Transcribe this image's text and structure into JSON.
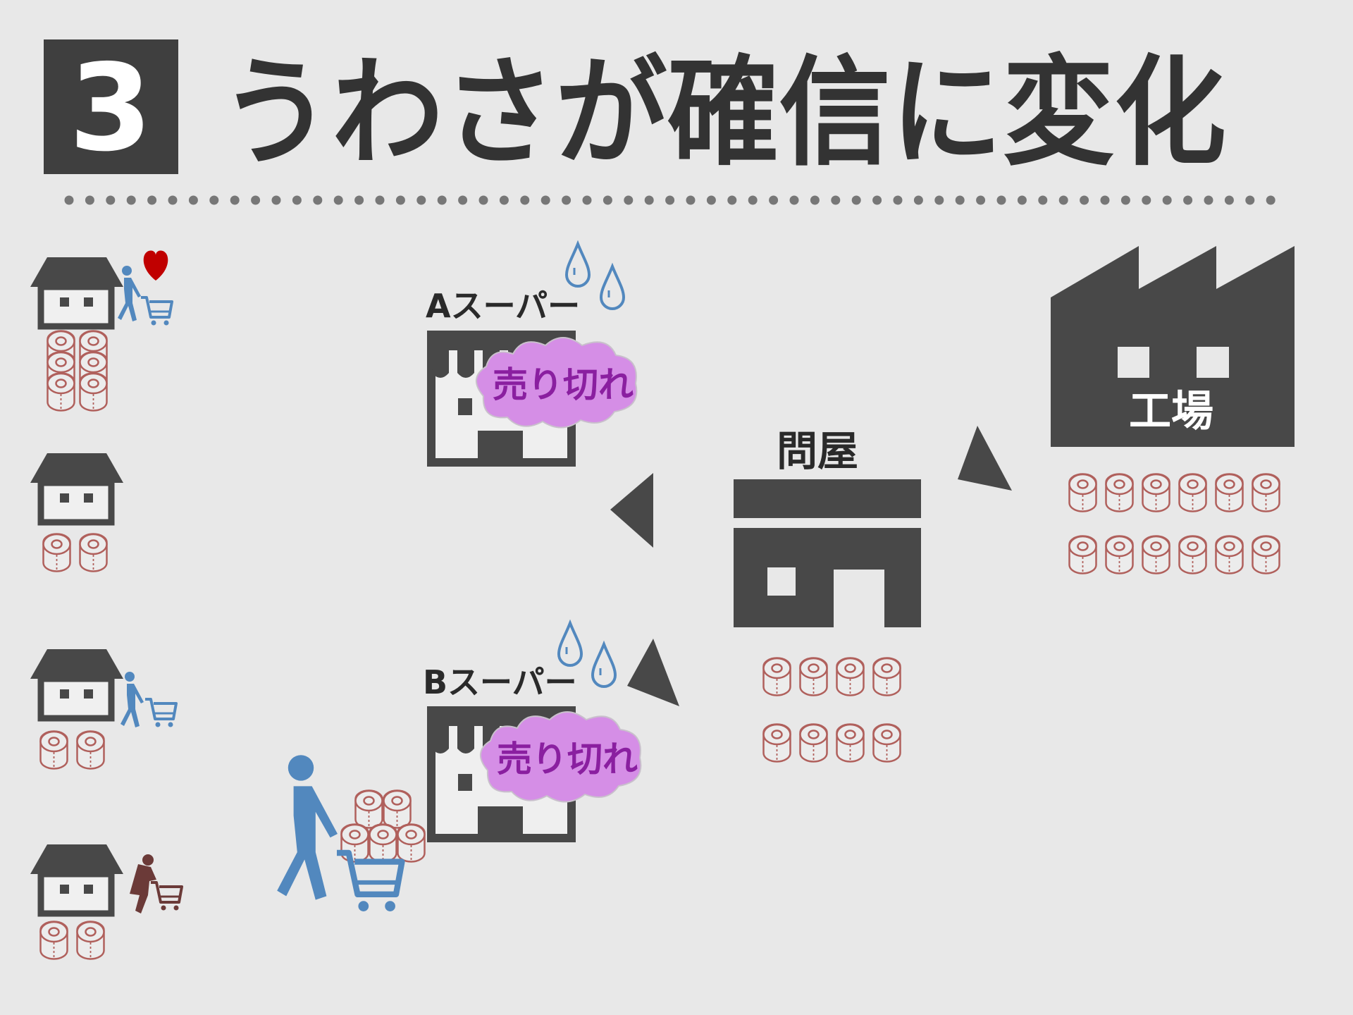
{
  "header": {
    "number": "3",
    "title": "うわさが確信に変化"
  },
  "stores": {
    "a": {
      "label": "Aスーパー",
      "badge": "売り切れ"
    },
    "b": {
      "label": "Bスーパー",
      "badge": "売り切れ"
    }
  },
  "wholesaler": {
    "label": "問屋",
    "roll_count": 8
  },
  "factory": {
    "label": "工場",
    "roll_count": 12
  },
  "households": [
    {
      "roll_count": 6
    },
    {
      "roll_count": 2
    },
    {
      "roll_count": 2
    },
    {
      "roll_count": 2
    }
  ],
  "shopper_cart_roll_count": 5,
  "colors": {
    "background": "#e8e8e8",
    "dark": "#484848",
    "roll": "#b0605c",
    "person_blue": "#5288be",
    "person_brown": "#6b3a38",
    "badge_fill": "#d58ee6",
    "badge_text": "#8a1fa0",
    "heart": "#c00000"
  }
}
